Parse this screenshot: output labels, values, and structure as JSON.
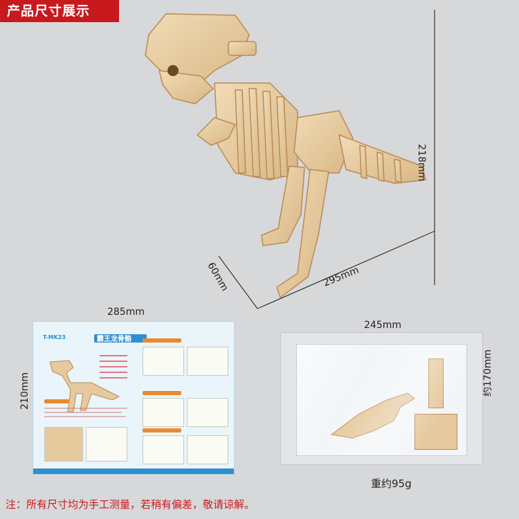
{
  "banner": {
    "text": "产品尺寸展示"
  },
  "dimensions": {
    "height": "218mm",
    "depth": "60mm",
    "length": "295mm",
    "manual_width": "285mm",
    "manual_height": "210mm",
    "bag_width": "245mm",
    "bag_height": "约170mm",
    "weight": "重约95g"
  },
  "manual": {
    "title": "霸王龙骨骼",
    "tag": "T-MK23"
  },
  "note": "注：所有尺寸均为手工测量，若稍有偏差，敬请谅解。",
  "colors": {
    "banner": "#c8191e",
    "wood": "#e6c99d",
    "wood_dark": "#b88a55",
    "manual_blue": "#2e8fd0",
    "note": "#c8191e"
  }
}
